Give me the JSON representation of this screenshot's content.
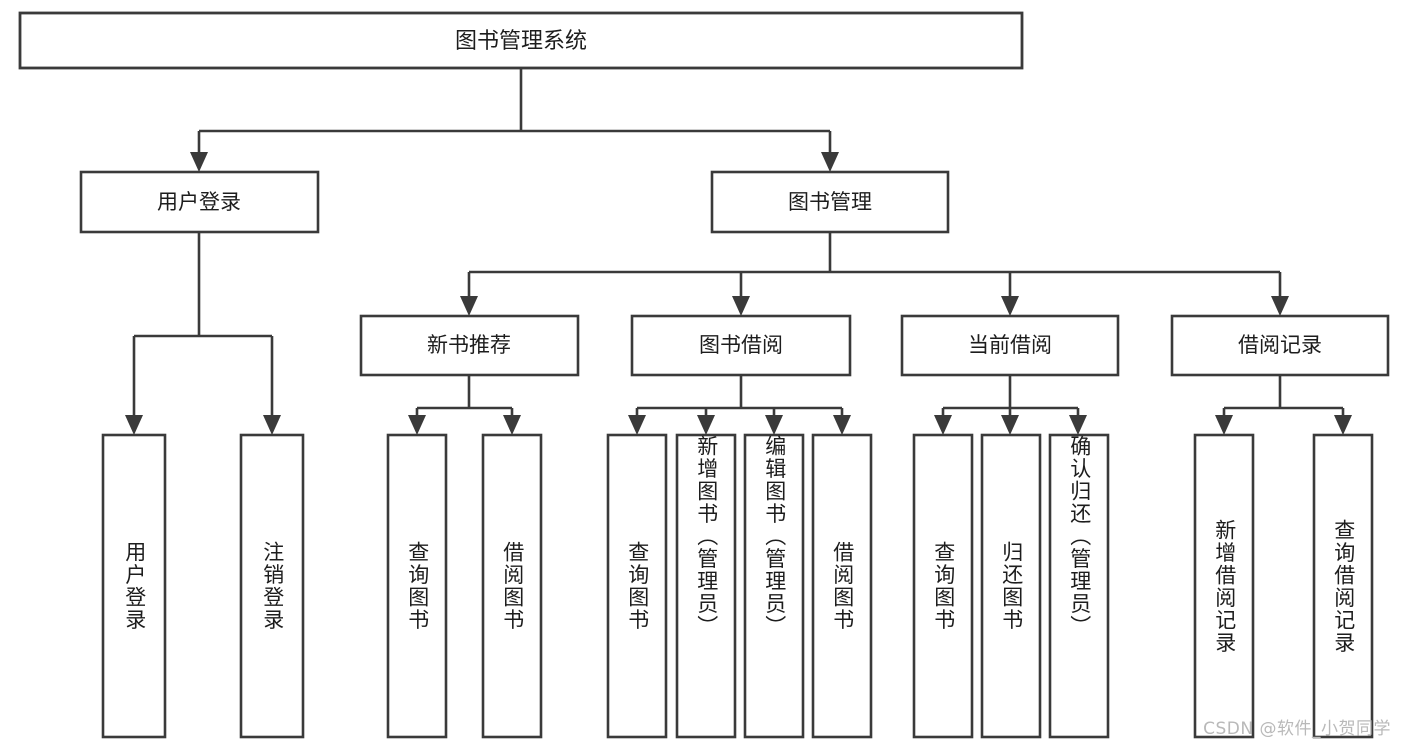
{
  "diagram": {
    "title": "图书管理系统",
    "type": "tree-hierarchy-chart",
    "orientation": "top-down",
    "stroke_color": "#3a3a3a",
    "box_fill": "#ffffff",
    "text_color": "#1d1d1d",
    "background": "#ffffff"
  },
  "watermark": {
    "text": "CSDN @软件_小贺同学",
    "color": "#b9b9b9"
  },
  "nodes": {
    "root": {
      "label": "图书管理系统"
    },
    "level1": [
      {
        "id": "user-login",
        "label": "用户登录"
      },
      {
        "id": "book-manage",
        "label": "图书管理"
      }
    ],
    "level2": [
      {
        "id": "new-book-recommend",
        "label": "新书推荐"
      },
      {
        "id": "book-borrow",
        "label": "图书借阅"
      },
      {
        "id": "current-borrow",
        "label": "当前借阅"
      },
      {
        "id": "borrow-record",
        "label": "借阅记录"
      }
    ],
    "leaves": [
      {
        "id": "leaf-user-login",
        "label": "用户登录",
        "parent": "user-login"
      },
      {
        "id": "leaf-logout",
        "label": "注销登录",
        "parent": "user-login"
      },
      {
        "id": "leaf-query-book-1",
        "label": "查询图书",
        "parent": "new-book-recommend"
      },
      {
        "id": "leaf-borrow-book-1",
        "label": "借阅图书",
        "parent": "new-book-recommend"
      },
      {
        "id": "leaf-query-book-2",
        "label": "查询图书",
        "parent": "book-borrow"
      },
      {
        "id": "leaf-add-book",
        "label": "新增图书（管理员）",
        "parent": "book-borrow"
      },
      {
        "id": "leaf-edit-book",
        "label": "编辑图书（管理员）",
        "parent": "book-borrow"
      },
      {
        "id": "leaf-borrow-book-2",
        "label": "借阅图书",
        "parent": "book-borrow"
      },
      {
        "id": "leaf-query-book-3",
        "label": "查询图书",
        "parent": "current-borrow"
      },
      {
        "id": "leaf-return-book",
        "label": "归还图书",
        "parent": "current-borrow"
      },
      {
        "id": "leaf-confirm-return",
        "label": "确认归还（管理员）",
        "parent": "current-borrow"
      },
      {
        "id": "leaf-add-record",
        "label": "新增借阅记录",
        "parent": "borrow-record"
      },
      {
        "id": "leaf-query-record",
        "label": "查询借阅记录",
        "parent": "borrow-record"
      }
    ]
  },
  "chart_data": {
    "type": "table",
    "title": "图书管理系统",
    "tree": [
      {
        "name": "图书管理系统",
        "children": [
          {
            "name": "用户登录",
            "children": [
              {
                "name": "用户登录"
              },
              {
                "name": "注销登录"
              }
            ]
          },
          {
            "name": "图书管理",
            "children": [
              {
                "name": "新书推荐",
                "children": [
                  {
                    "name": "查询图书"
                  },
                  {
                    "name": "借阅图书"
                  }
                ]
              },
              {
                "name": "图书借阅",
                "children": [
                  {
                    "name": "查询图书"
                  },
                  {
                    "name": "新增图书（管理员）"
                  },
                  {
                    "name": "编辑图书（管理员）"
                  },
                  {
                    "name": "借阅图书"
                  }
                ]
              },
              {
                "name": "当前借阅",
                "children": [
                  {
                    "name": "查询图书"
                  },
                  {
                    "name": "归还图书"
                  },
                  {
                    "name": "确认归还（管理员）"
                  }
                ]
              },
              {
                "name": "借阅记录",
                "children": [
                  {
                    "name": "新增借阅记录"
                  },
                  {
                    "name": "查询借阅记录"
                  }
                ]
              }
            ]
          }
        ]
      }
    ]
  }
}
